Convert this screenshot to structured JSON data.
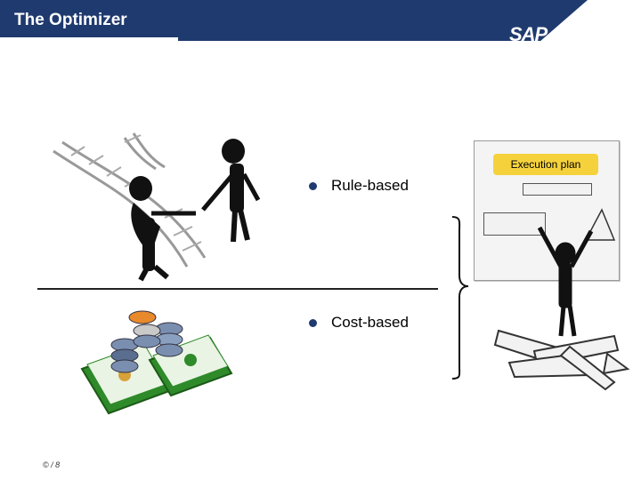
{
  "header": {
    "title": "The Optimizer",
    "logo": "SAP"
  },
  "bullets": [
    {
      "label": "Rule-based"
    },
    {
      "label": "Cost-based"
    }
  ],
  "execution_plan": {
    "label": "Execution plan"
  },
  "footer": {
    "copyright": "© / 8"
  },
  "colors": {
    "header": "#1f3a6e",
    "plan_label": "#f5d23c",
    "bullet": "#1f3a6e"
  },
  "illustrations": [
    "people-on-railway-tracks",
    "coins-and-banknotes",
    "person-with-plan-board"
  ]
}
